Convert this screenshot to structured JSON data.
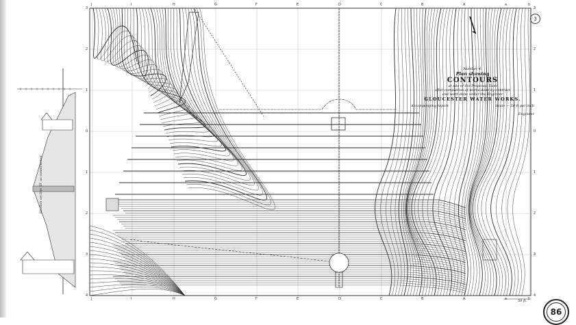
{
  "drawing": {
    "title_block": {
      "number": "Number 4.",
      "subtitle": "Plan showing",
      "title": "CONTOURS",
      "line1": "at site of the Proposed Dam",
      "line2": "after completion of works done by contract",
      "line3": "and work done under the Engineer",
      "works": "GLOUCESTER WATER WORKS.",
      "note_left": "Accompanying report",
      "note_right": "Scale — 50 ft per inch",
      "signature": "Engineer"
    },
    "plate_number": "3",
    "sheet_number": "86",
    "scale_bar_label": "50 ft.",
    "section_caption": "Section on line 'D' as constructed",
    "column_labels": [
      "J",
      "I",
      "H",
      "G",
      "F",
      "E",
      "D",
      "C",
      "B",
      "A",
      "a",
      "b"
    ],
    "row_labels": [
      "3",
      "2",
      "1",
      "0",
      "1",
      "2",
      "3",
      "4"
    ],
    "colors": {
      "ink": "#2a2a2a",
      "paper": "#ffffff",
      "grid": "#c8c8c8"
    }
  }
}
